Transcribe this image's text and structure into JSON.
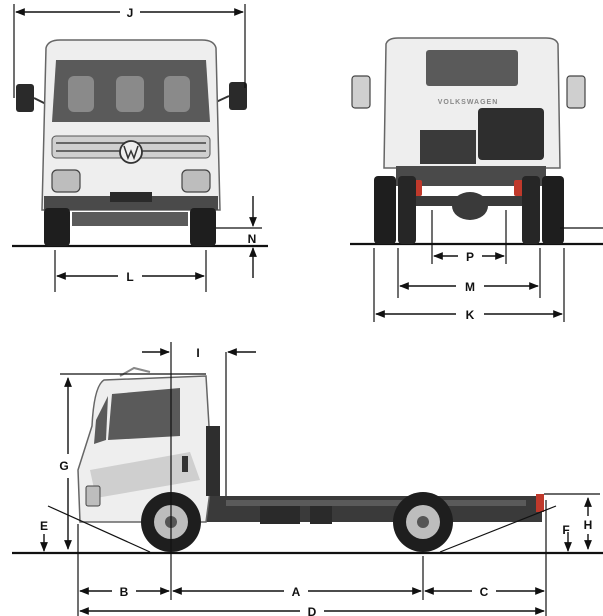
{
  "diagram": {
    "colors": {
      "cab": "#eeeeee",
      "cab_shade": "#cfcfcf",
      "glass": "#5a5a5a",
      "tire": "#1e1e1e",
      "chassis": "#3a3a3a",
      "lines": "#111111"
    },
    "views": [
      "front-view",
      "rear-view",
      "side-view"
    ],
    "labels": {
      "A": "A",
      "B": "B",
      "C": "C",
      "D": "D",
      "E": "E",
      "F": "F",
      "G": "G",
      "H": "H",
      "I": "I",
      "J": "J",
      "K": "K",
      "L": "L",
      "M": "M",
      "N": "N",
      "P": "P"
    },
    "logo_text": "VOLKSWAGEN"
  }
}
